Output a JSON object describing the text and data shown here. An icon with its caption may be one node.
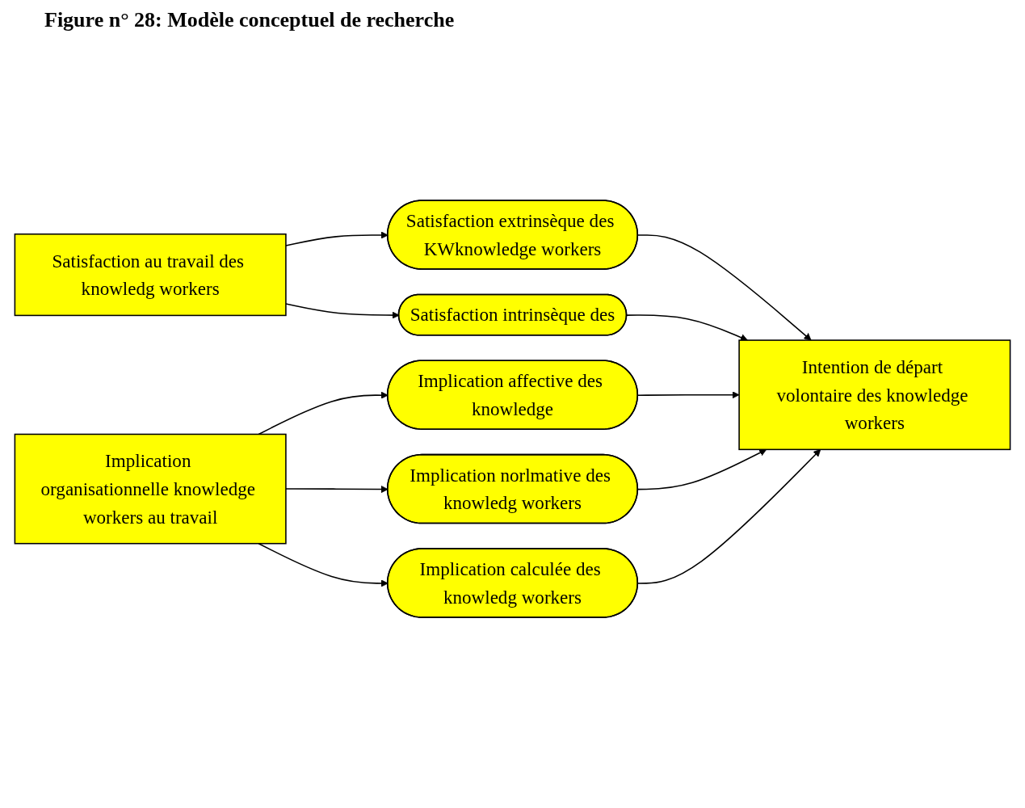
{
  "diagram": {
    "title": "Figure n° 28: Modèle conceptuel de recherche",
    "nodes": [
      {
        "text": [
          "Satisfaction au travail des knowledg workers"
        ]
      },
      {
        "text": [
          "Satisfaction extrinsèque des KWknowledge workers"
        ]
      },
      {
        "text": [
          "Satisfaction intrinsèque des"
        ]
      },
      {
        "text": [
          "Implication organisationnelle knowledge workers au travail"
        ]
      },
      {
        "text": [
          "Implication affective des knowledge"
        ]
      },
      {
        "text": [
          "Implication norlmative des knowledg workers"
        ]
      },
      {
        "text": [
          "Implication calculée des knowledg workers"
        ]
      },
      {
        "text": [
          "Intention de départ volontaire des knowledge workers"
        ]
      }
    ],
    "edges": [
      {
        "from": 0,
        "to": 1,
        "arrow": "to"
      },
      {
        "from": 0,
        "to": 2,
        "arrow": "to"
      },
      {
        "from": 3,
        "to": 4,
        "arrow": "to"
      },
      {
        "from": 3,
        "to": 5,
        "arrow": "to"
      },
      {
        "from": 3,
        "to": 6,
        "arrow": "to"
      },
      {
        "from": 1,
        "to": 7,
        "arrow": "to"
      },
      {
        "from": 2,
        "to": 7,
        "arrow": "to"
      },
      {
        "from": 4,
        "to": 7,
        "arrow": "to"
      },
      {
        "from": 5,
        "to": 7,
        "arrow": "to"
      },
      {
        "from": 6,
        "to": 7,
        "arrow": "to"
      }
    ]
  }
}
